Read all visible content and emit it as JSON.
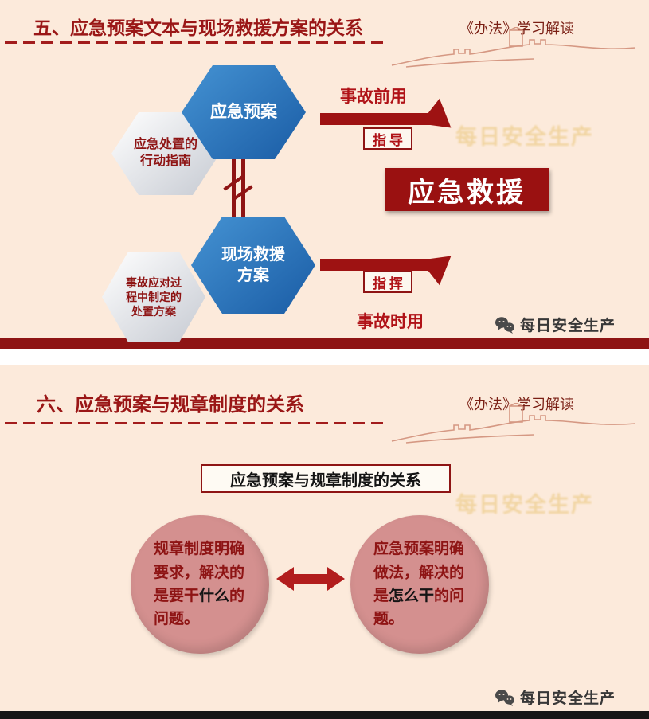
{
  "colors": {
    "dark_red": "#8e1414",
    "bright_red": "#b01217",
    "cream_bg": "#fceadb",
    "hex_blue": "#2a74ba",
    "circle_pink": "#d4908f",
    "watermark_gold": "#d9a520"
  },
  "watermark": "每日安全生产",
  "slide1": {
    "title": "五、应急预案文本与现场救援方案的关系",
    "badge": "《办法》学习解读",
    "hex_plan": "应急预案",
    "hex_plan_note_l1": "应急处置的",
    "hex_plan_note_l2": "行动指南",
    "hex_rescue_l1": "现场救援",
    "hex_rescue_l2": "方案",
    "hex_rescue_note_l1": "事故应对过",
    "hex_rescue_note_l2": "程中制定的",
    "hex_rescue_note_l3": "处置方案",
    "label_before": "事故前用",
    "label_guide": "指导",
    "label_result": "应急救援",
    "label_command": "指挥",
    "label_during": "事故时用",
    "wechat": "每日安全生产"
  },
  "slide2": {
    "title": "六、应急预案与规章制度的关系",
    "badge": "《办法》学习解读",
    "box_title": "应急预案与规章制度的关系",
    "circle_left_pre": "规章制度明确要求，解决的是要干",
    "circle_left_bold": "什么",
    "circle_left_post": "的问题。",
    "circle_right_pre": "应急预案明确做法，解决的是",
    "circle_right_bold": "怎么干",
    "circle_right_post": "的问题。",
    "wechat": "每日安全生产"
  }
}
